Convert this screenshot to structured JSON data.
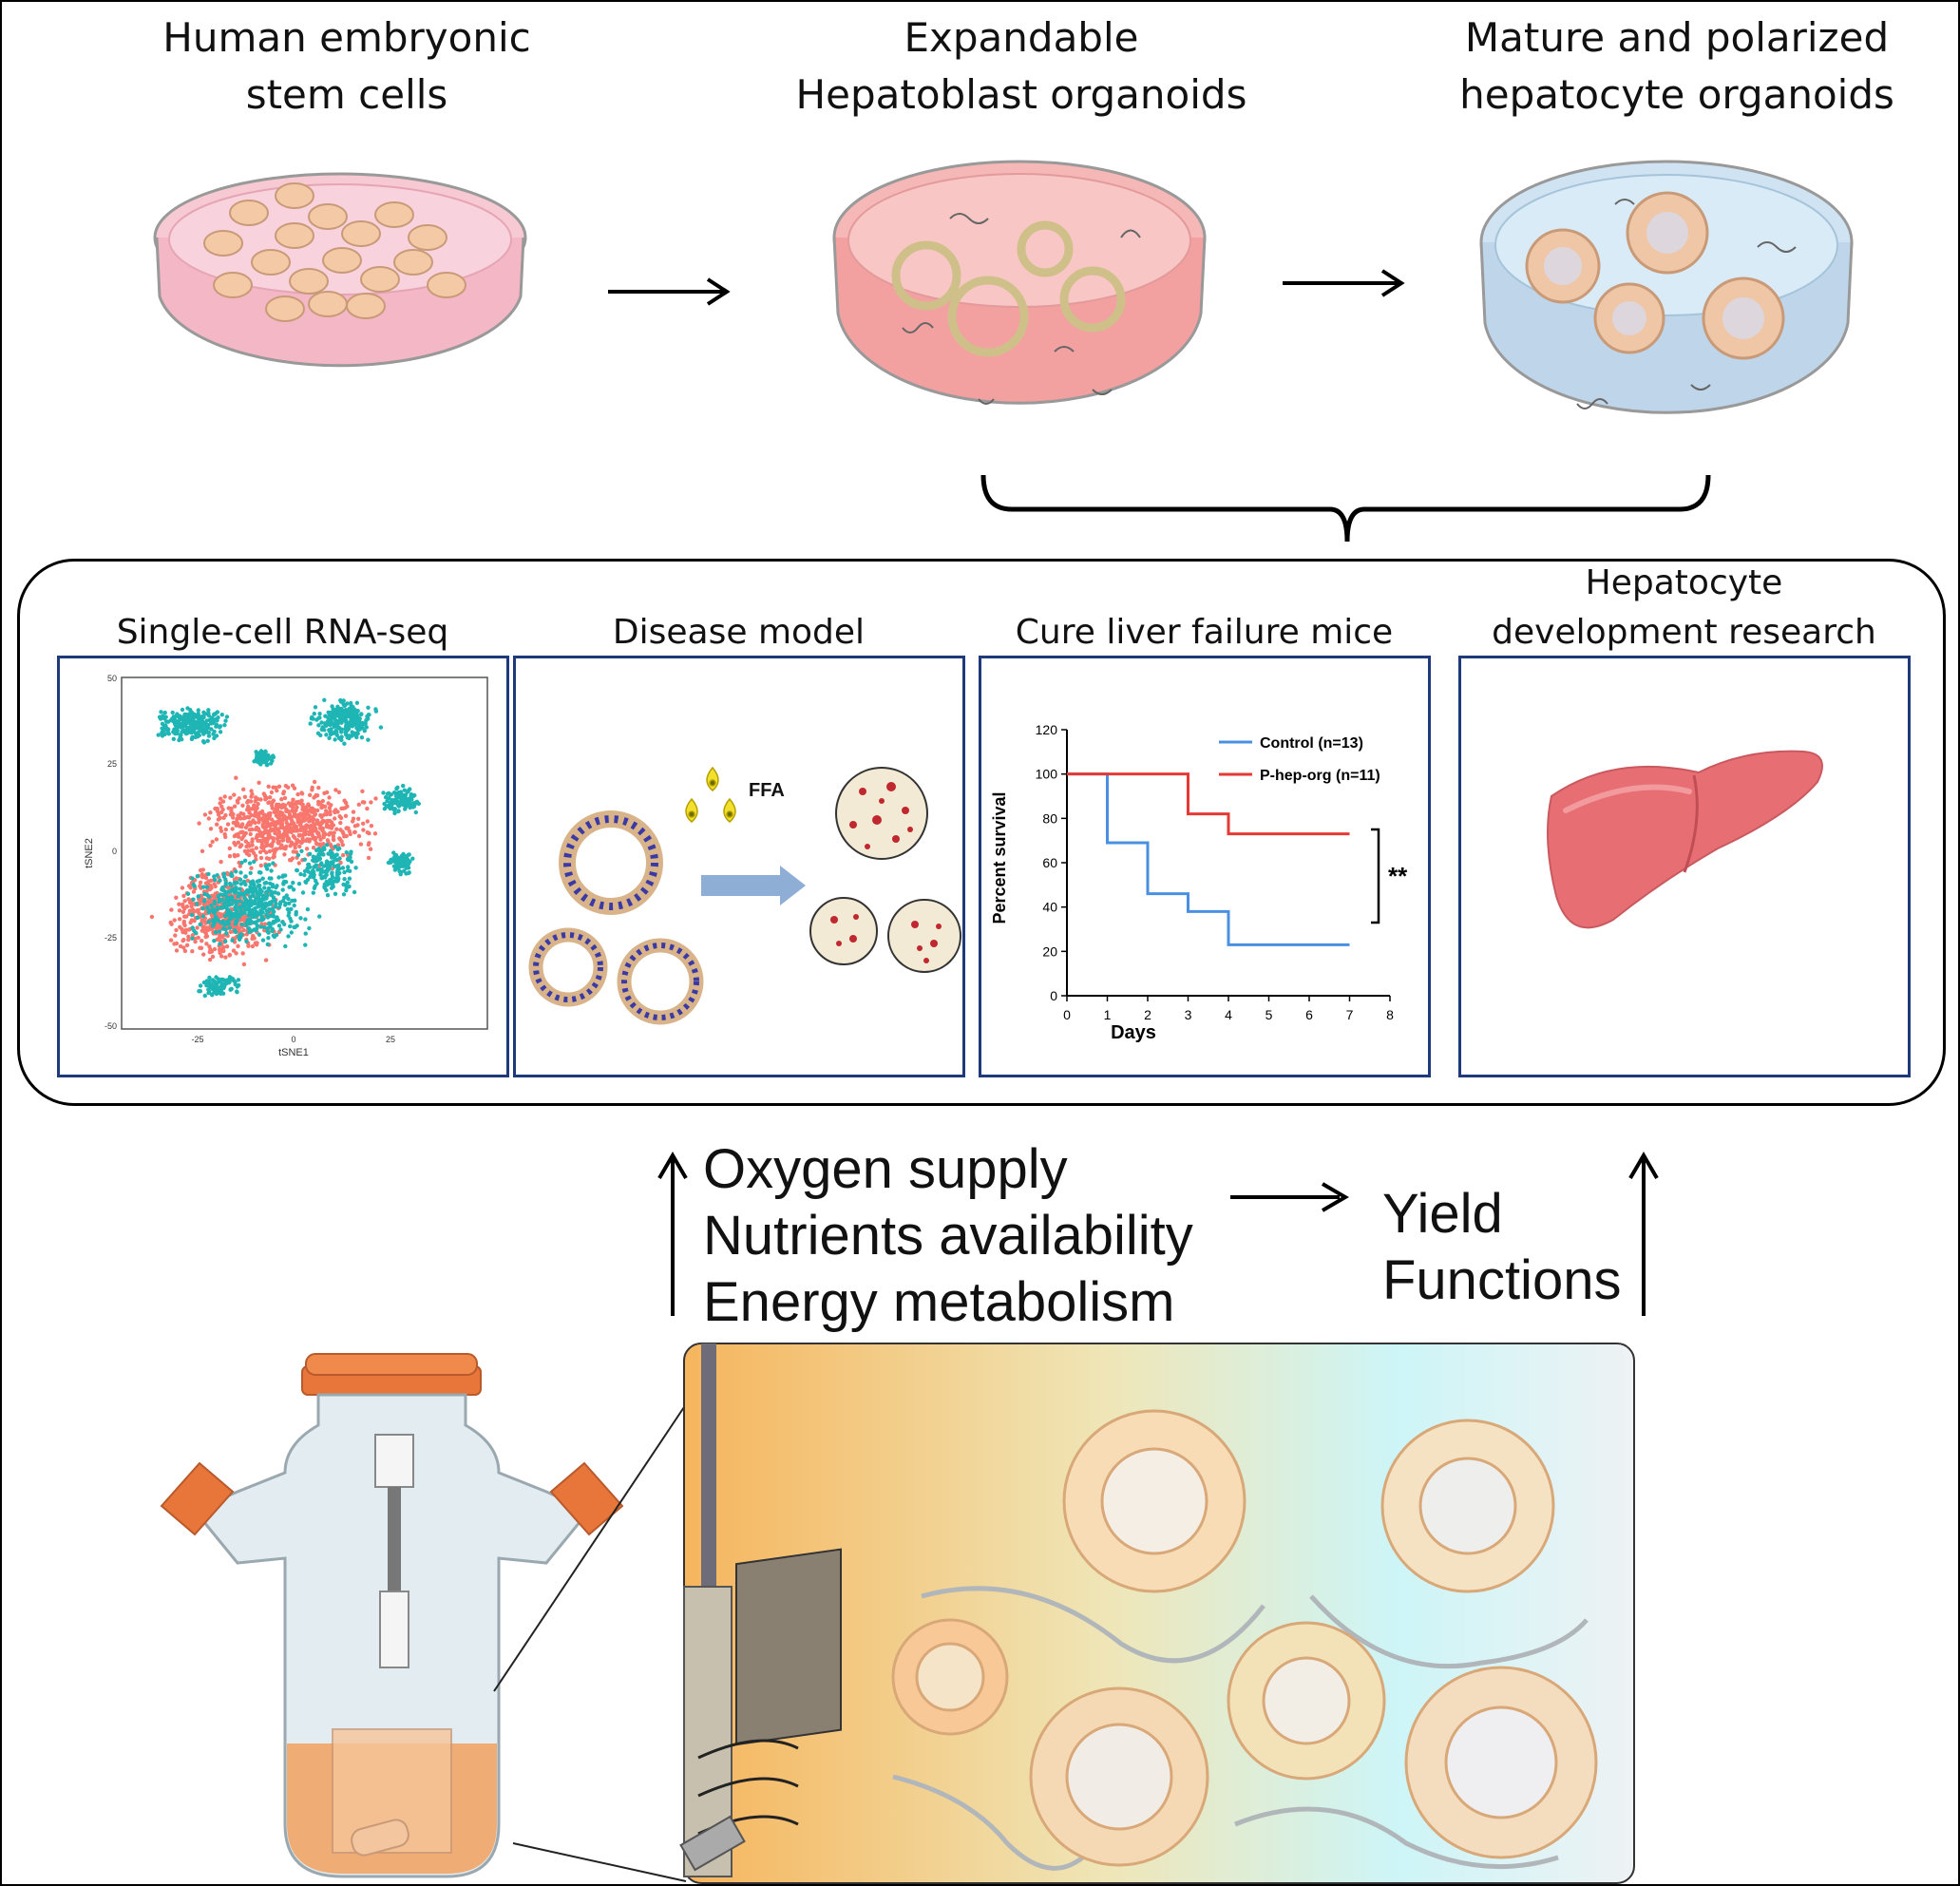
{
  "workflow": {
    "steps": [
      {
        "line1": "Human embryonic",
        "line2": "stem cells"
      },
      {
        "line1": "Expandable",
        "line2": "Hepatoblast organoids"
      },
      {
        "line1": "Mature and polarized",
        "line2": "hepatocyte organoids"
      }
    ]
  },
  "applications": {
    "panels": [
      {
        "title": "Single-cell RNA-seq"
      },
      {
        "title": "Disease model"
      },
      {
        "title": "Cure liver failure mice"
      },
      {
        "title_line1": "Hepatocyte",
        "title_line2": "development research"
      }
    ]
  },
  "tsne": {
    "xlabel": "tSNE1",
    "ylabel": "tSNE2",
    "xticks": [
      "-25",
      "0",
      "25"
    ],
    "yticks": [
      "50",
      "25",
      "0",
      "-25",
      "-50"
    ],
    "colors": {
      "cluster_a": "#F8766D",
      "cluster_b": "#1FB5B5"
    }
  },
  "disease_model": {
    "label": "FFA"
  },
  "chart_data": {
    "type": "line",
    "chart_style": "step (Kaplan-Meier survival)",
    "xlabel": "Days",
    "ylabel": "Percent survival",
    "xlim": [
      0,
      8
    ],
    "ylim": [
      0,
      120
    ],
    "xticks": [
      0,
      1,
      2,
      3,
      4,
      5,
      6,
      7,
      8
    ],
    "yticks": [
      0,
      20,
      40,
      60,
      80,
      100,
      120
    ],
    "legend_position": "top-right",
    "significance": "**",
    "series": [
      {
        "name": "Control (n=13)",
        "color": "#4A90E2",
        "x": [
          0,
          1,
          2,
          3,
          4,
          7
        ],
        "y": [
          100,
          69,
          46,
          38,
          23,
          23
        ]
      },
      {
        "name": "P-hep-org (n=11)",
        "color": "#E53935",
        "x": [
          0,
          3,
          4,
          7
        ],
        "y": [
          100,
          82,
          73,
          73
        ]
      }
    ]
  },
  "bioreactor": {
    "factors": [
      "Oxygen supply",
      "Nutrients availability",
      "Energy metabolism"
    ],
    "outcomes": [
      "Yield",
      "Functions"
    ]
  }
}
